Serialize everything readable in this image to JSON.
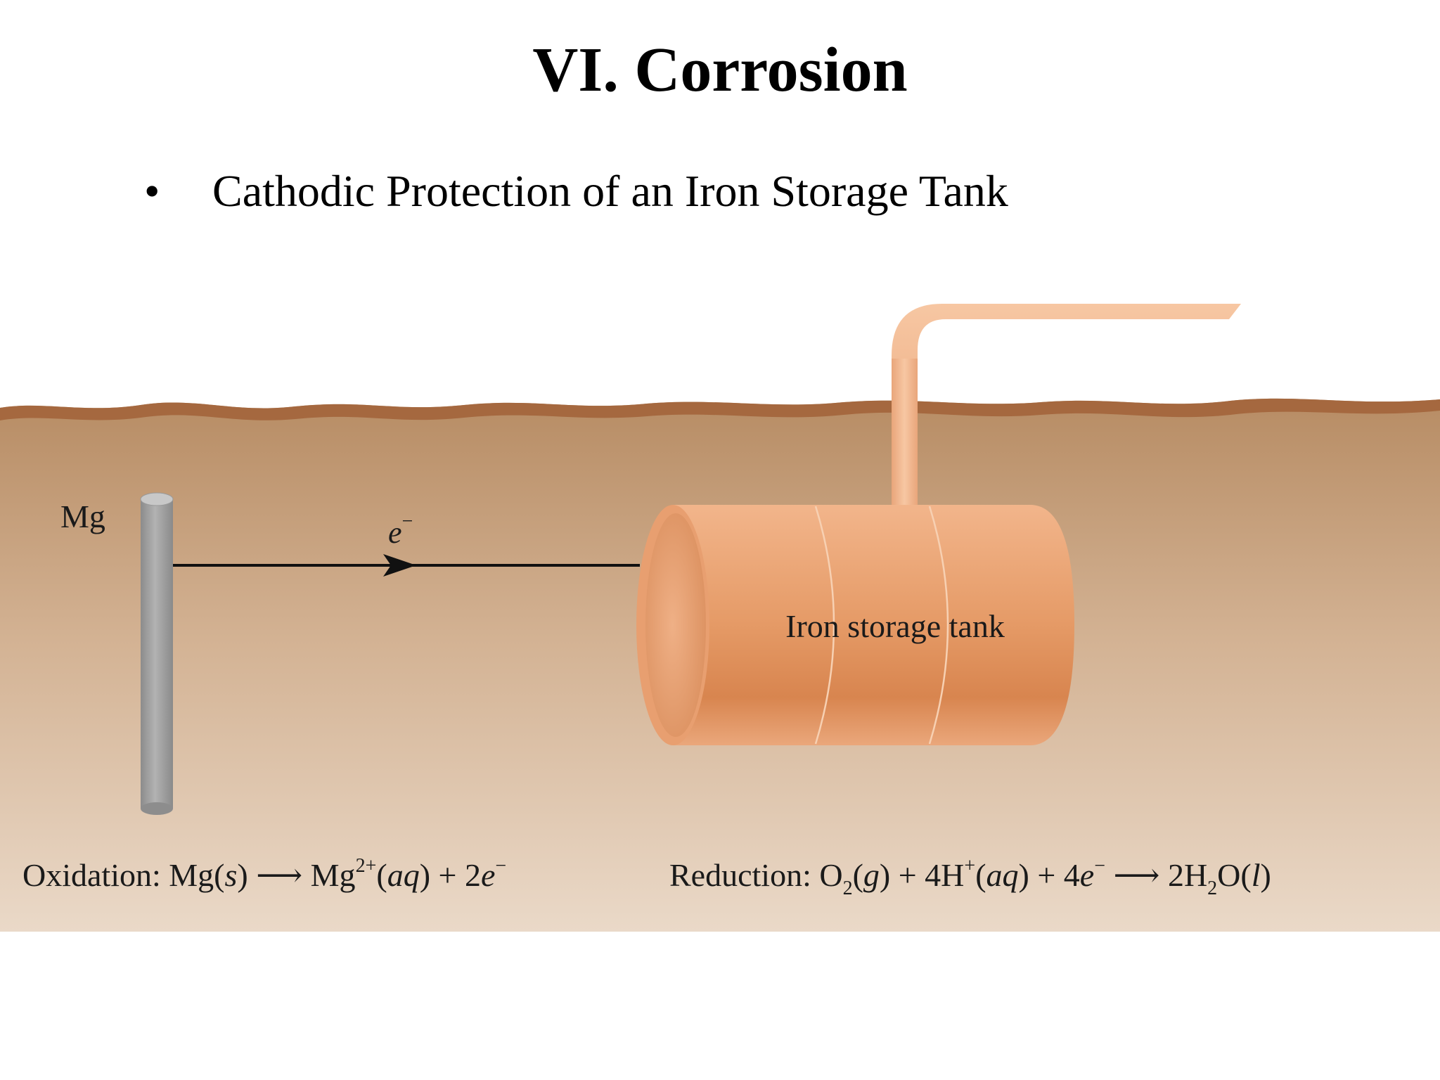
{
  "slide": {
    "title": "VI. Corrosion",
    "bullet": "Cathodic Protection of an Iron Storage Tank"
  },
  "figure": {
    "mg_label": "Mg",
    "electron_label": "e",
    "electron_charge": "−",
    "tank_label": "Iron storage tank",
    "oxidation": {
      "prefix": "Oxidation: Mg(",
      "state_s": "s",
      "mid": ") ⟶ Mg",
      "charge": "2+",
      "open": "(",
      "aq": "aq",
      "close": ") + 2",
      "e": "e",
      "e_charge": "−"
    },
    "reduction": {
      "prefix": "Reduction: O",
      "sub2": "2",
      "open_g": "(",
      "g": "g",
      "after_g": ") + 4H",
      "plus": "+",
      "open_aq": "(",
      "aq": "aq",
      "after_aq": ") + 4",
      "e": "e",
      "e_charge": "−",
      "arrow_prod": " ⟶  2H",
      "sub2b": "2",
      "o_open": "O(",
      "l": "l",
      "close": ")"
    }
  },
  "colors": {
    "soil_top": "#b78c64",
    "soil_bottom": "#ead9c8",
    "surface_crust": "#a5683f",
    "tank": "#e0955f",
    "tank_end": "#f0b28a",
    "mg_rod": "#9f9f9f"
  }
}
